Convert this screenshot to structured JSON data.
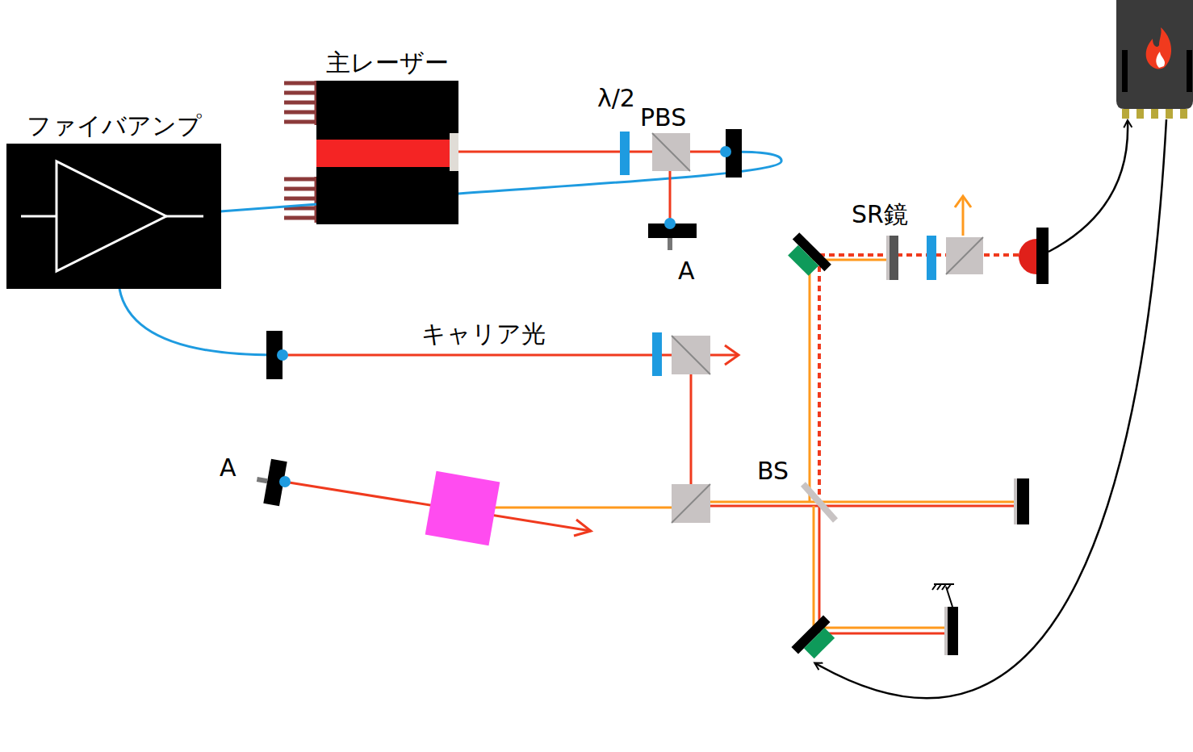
{
  "diagram": {
    "nodes": [
      {
        "text": [
          "ファイバアンプ"
        ]
      },
      {
        "text": [
          "主レーザー"
        ]
      }
    ],
    "labels": [
      "λ/2",
      "PBS",
      "A",
      "SR鏡",
      "キャリア光",
      "A",
      "BS"
    ]
  }
}
